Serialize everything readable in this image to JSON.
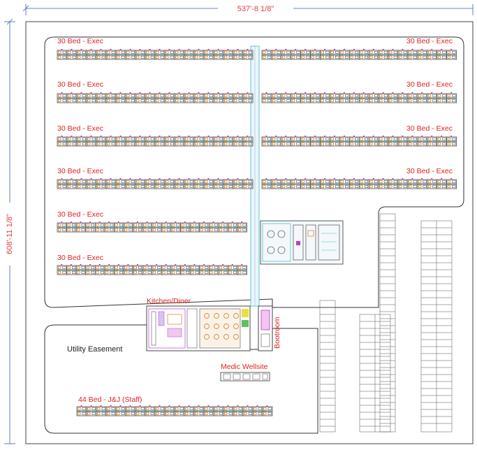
{
  "dimensions": {
    "width_label": "537'-8 1/8\"",
    "height_label": "608'-11 1/8\""
  },
  "camp_labels": {
    "row1_left": "30 Bed - Exec",
    "row1_right": "30 Bed - Exec",
    "row2_left": "30 Bed - Exec",
    "row2_right": "30 Bed - Exec",
    "row3_left": "30 Bed - Exec",
    "row3_right": "30 Bed - Exec",
    "row4_left": "30 Bed - Exec",
    "row4_right": "30 Bed - Exec",
    "row5_left": "30 Bed - Exec",
    "row6_left": "30 Bed - Exec"
  },
  "facility_labels": {
    "kitchen": "Kitchen/Diner",
    "bootroom": "Bootroom",
    "utility": "Utility Easement",
    "medic": "Medic Wellsite",
    "staff": "44 Bed - J&J (Staff)"
  },
  "colors": {
    "dimension": "#e04040",
    "label": "#e02020",
    "module_orange": "#d98a3a",
    "module_purple": "#b040d0",
    "module_cyan": "#40b8c8",
    "outline": "#333333"
  }
}
